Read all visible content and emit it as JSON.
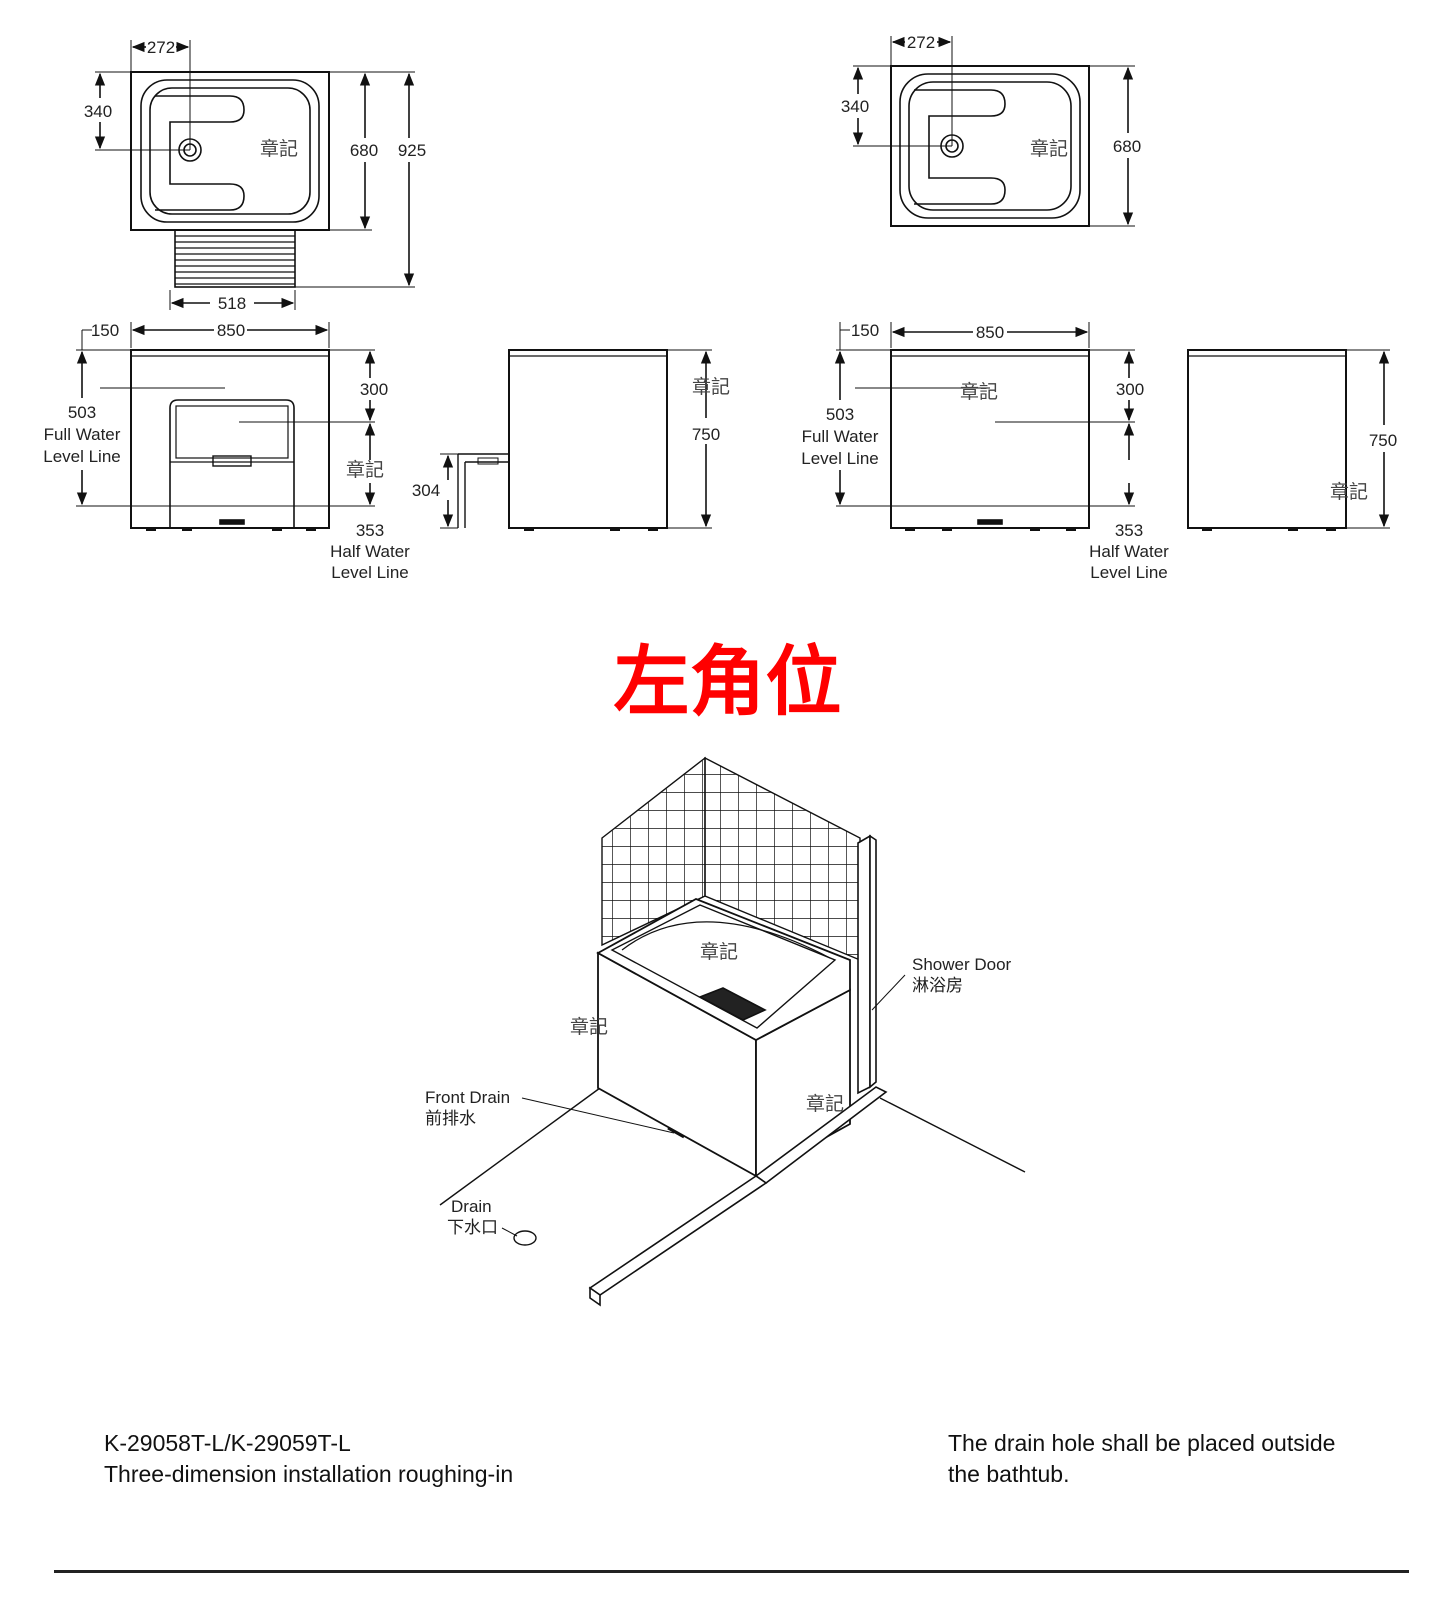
{
  "title": "左角位",
  "views": {
    "top_left": {
      "d1": "272",
      "d2": "340",
      "d3": "680",
      "d4": "925",
      "d5": "518"
    },
    "top_right": {
      "d1": "272",
      "d2": "340",
      "d3": "680"
    },
    "front_left": {
      "left_offset": "150",
      "width": "850",
      "d_300": "300",
      "d_304": "304",
      "d_750": "750",
      "full_value": "503",
      "full_line1": "Full Water",
      "full_line2": "Level Line",
      "half_value": "353",
      "half_line1": "Half Water",
      "half_line2": "Level Line"
    },
    "front_right": {
      "left_offset": "150",
      "width": "850",
      "d_300": "300",
      "d_750": "750",
      "full_value": "503",
      "full_line1": "Full Water",
      "full_line2": "Level Line",
      "half_value": "353",
      "half_line1": "Half Water",
      "half_line2": "Level Line"
    }
  },
  "stamp": "章記",
  "iso": {
    "shower_door_en": "Shower Door",
    "shower_door_zh": "淋浴房",
    "front_drain_en": "Front Drain",
    "front_drain_zh": "前排水",
    "drain_en": "Drain",
    "drain_zh": "下水口"
  },
  "captions": {
    "model": "K-29058T-L/K-29059T-L",
    "subtitle": "Three-dimension installation roughing-in",
    "note_line1": "The drain hole shall be placed outside",
    "note_line2": "the bathtub."
  }
}
